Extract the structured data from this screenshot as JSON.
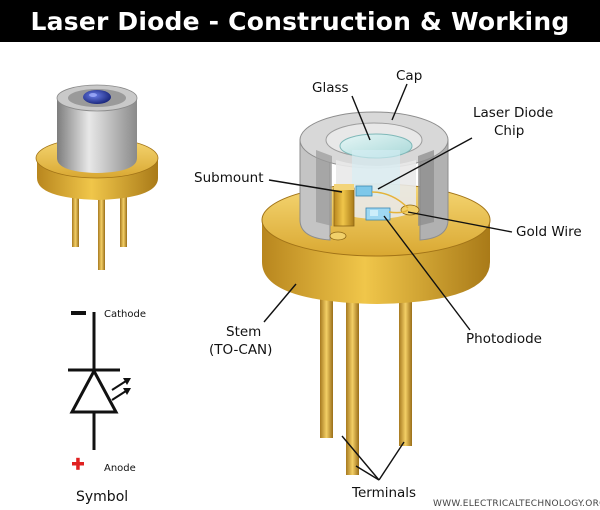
{
  "title": "Laser Diode - Construction & Working",
  "labels": {
    "glass": "Glass",
    "cap": "Cap",
    "chip_line1": "Laser Diode",
    "chip_line2": "Chip",
    "submount": "Submount",
    "gold_wire": "Gold Wire",
    "stem_line1": "Stem",
    "stem_line2": "(TO-CAN)",
    "photodiode": "Photodiode",
    "terminals": "Terminals"
  },
  "symbol": {
    "cathode": "Cathode",
    "anode": "Anode",
    "caption": "Symbol",
    "minus_sign": "−",
    "plus_sign": "+"
  },
  "watermark": "WWW.ELECTRICALTECHNOLOGY.ORG",
  "colors": {
    "title_bg": "#000000",
    "title_text": "#ffffff",
    "gold": "#d9a832",
    "silver": "#b8b8b8",
    "lens_blue": "#2b3fa8",
    "plus_red": "#e02020"
  }
}
